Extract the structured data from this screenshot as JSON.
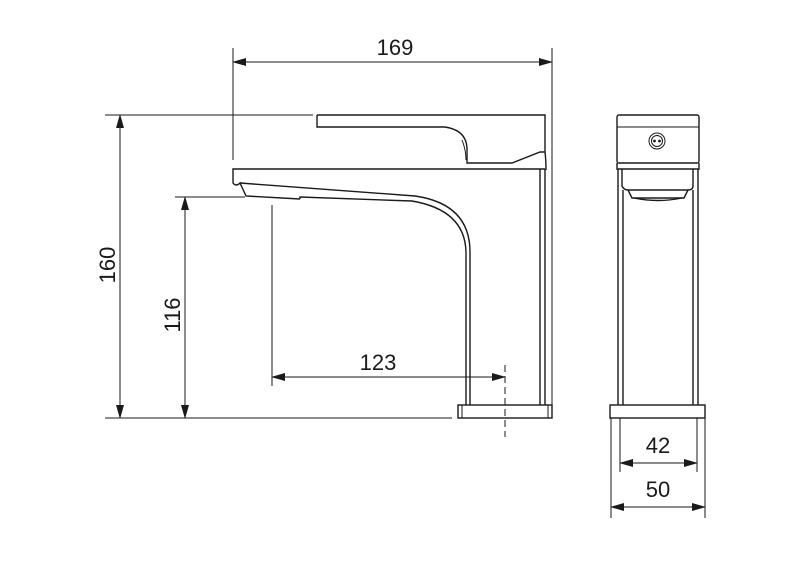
{
  "dimensions": {
    "width_overall": "169",
    "height_overall": "160",
    "spout_height": "116",
    "spout_reach": "123",
    "body_width": "42",
    "base_width": "50"
  },
  "colors": {
    "line": "#1a1a1a",
    "background": "#ffffff"
  }
}
